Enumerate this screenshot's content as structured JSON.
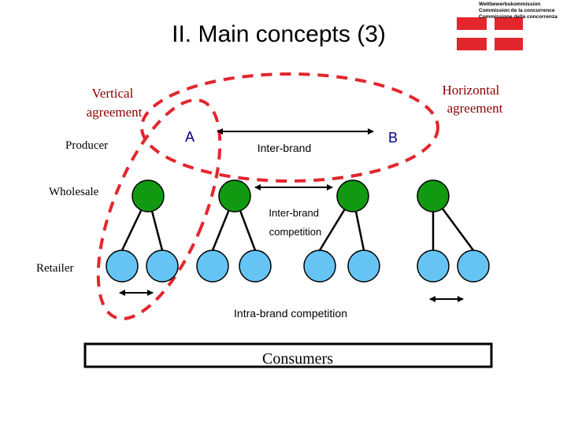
{
  "title": "II. Main concepts (3)",
  "logo": {
    "lines": [
      "Wettbewerbskommission",
      "Commission de la concurrence",
      "Commissione della concorrenza"
    ],
    "colors": {
      "red": "#e3262d",
      "white": "#ffffff"
    }
  },
  "labels": {
    "vertical_agreement": [
      "Vertical",
      "agreement"
    ],
    "horizontal_agreement": [
      "Horizontal",
      "agreement"
    ],
    "producer": "Producer",
    "wholesale": "Wholesale",
    "retailer": "Retailer",
    "producer_a": "A",
    "producer_b": "B",
    "inter_brand_top": "Inter-brand",
    "inter_brand_competition": [
      "Inter-brand",
      "competition"
    ],
    "intra_brand_competition": "Intra-brand competition",
    "consumers": "Consumers"
  },
  "colors": {
    "dashed_outline": "#e3262d",
    "wholesale_node": "#119a11",
    "retailer_node": "#66c4f4",
    "label_text": "#000080",
    "agreement_text": "#8b0000"
  }
}
